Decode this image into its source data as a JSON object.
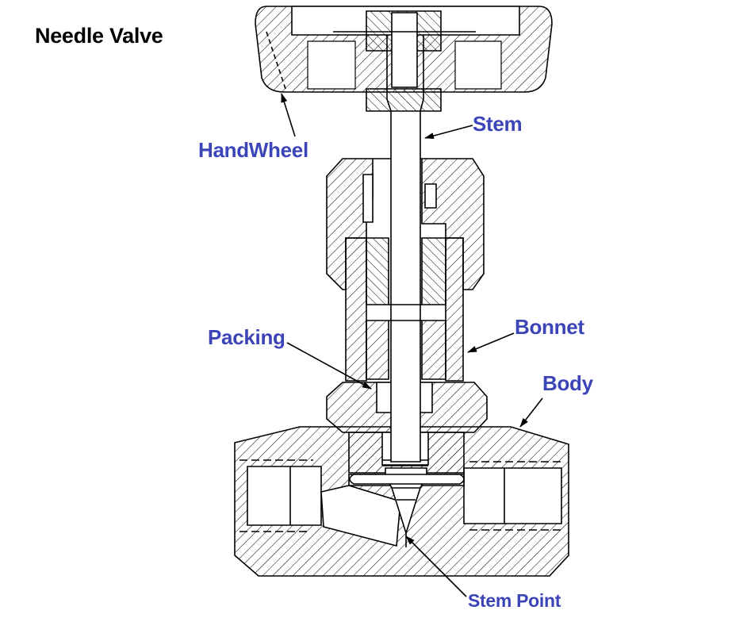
{
  "diagram": {
    "title": "Needle Valve",
    "labels": {
      "stem": "Stem",
      "handwheel": "HandWheel",
      "bonnet": "Bonnet",
      "packing": "Packing",
      "body": "Body",
      "stem_point": "Stem Point"
    }
  },
  "colors": {
    "label": "#3c45b8",
    "title": "#000000",
    "line": "#000000",
    "background": "#ffffff"
  }
}
